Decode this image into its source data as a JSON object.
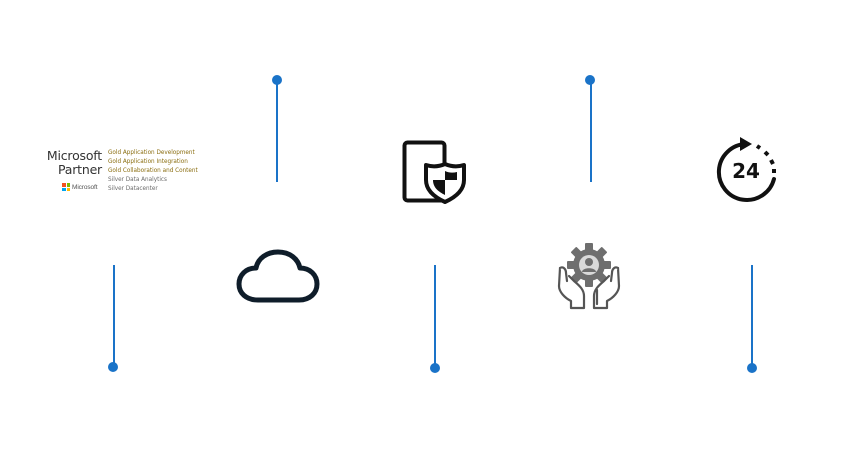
{
  "partner_badge": {
    "line1": "Microsoft",
    "line2": "Partner",
    "logo_text": "Microsoft",
    "gold_color": "#8a6d0f",
    "silver_color": "#6b6b6b",
    "competencies": [
      {
        "label": "Gold Application Development",
        "tier": "gold"
      },
      {
        "label": "Gold Application Integration",
        "tier": "gold"
      },
      {
        "label": "Gold Collaboration and Content",
        "tier": "gold"
      },
      {
        "label": "Silver Data Analytics",
        "tier": "silver"
      },
      {
        "label": "Silver Datacenter",
        "tier": "silver"
      }
    ]
  },
  "icons": {
    "cloud": "cloud-icon",
    "security": "document-shield-icon",
    "support": "hands-gear-icon",
    "availability": "clock-24-icon"
  },
  "availability_label": "24",
  "colors": {
    "accent": "#1a73c8",
    "icon": "#111111",
    "cloud_outline": "#0f1d2a",
    "gear": "#6e6e6e"
  }
}
